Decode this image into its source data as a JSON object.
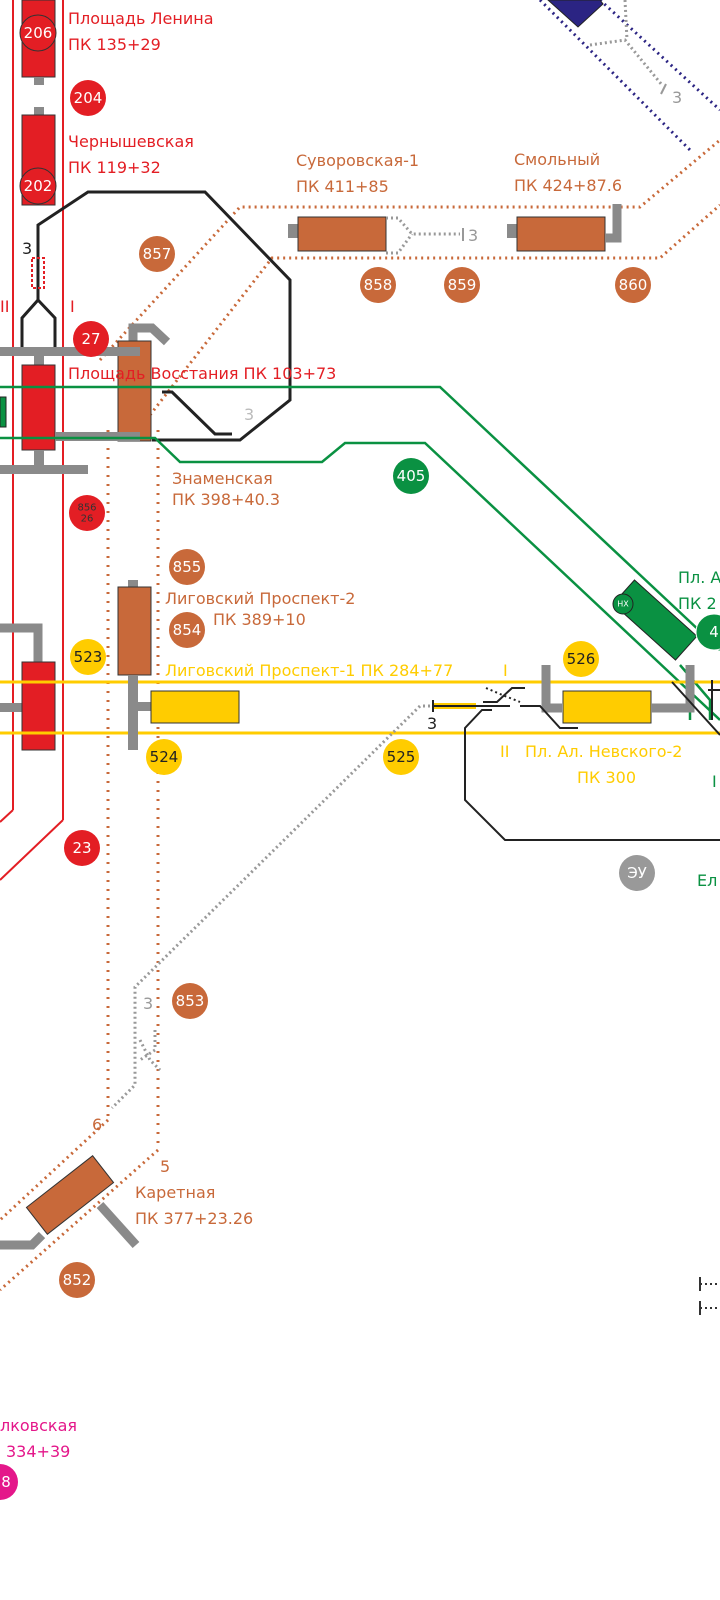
{
  "colors": {
    "line1_red": "#e31e24",
    "line2_blue": "#2b2483",
    "line3_green": "#0a9142",
    "line4_yellow": "#ffcc00",
    "line5_purple": "#e4178a",
    "line6_brown": "#c8693a",
    "depot_gray": "#8a8a8a",
    "service_black": "#222222",
    "service_gray": "#999999"
  },
  "stations": [
    {
      "id": "ploshchad-lenina",
      "name": "Площадь Ленина",
      "pk": "ПК 135+29",
      "line": "red"
    },
    {
      "id": "chernyshevskaya",
      "name": "Чернышевская",
      "pk": "ПК 119+32",
      "line": "red"
    },
    {
      "id": "ploshchad-vosstaniya",
      "name": "Площадь Восстания ПК 103+73",
      "line": "red"
    },
    {
      "id": "suvorovskaya-1",
      "name": "Суворовская-1",
      "pk": "ПК 411+85",
      "line": "brown"
    },
    {
      "id": "smolny",
      "name": "Смольный",
      "pk": "ПК 424+87.6",
      "line": "brown"
    },
    {
      "id": "znamenskaya",
      "name": "Знаменская",
      "pk": "ПК 398+40.3",
      "line": "brown"
    },
    {
      "id": "ligovsky-2",
      "name": "Лиговский Проспект-2",
      "pk": "ПК 389+10",
      "line": "brown"
    },
    {
      "id": "ligovsky-1",
      "name": "Лиговский Проспект-1 ПК 284+77",
      "line": "yellow"
    },
    {
      "id": "pl-al-nevskogo-2",
      "name": "Пл. Ал. Невского-2",
      "pk": "ПК 300",
      "line": "yellow"
    },
    {
      "id": "pl-al-nevskogo-1-partial",
      "name": "Пл. А",
      "pk": "ПК 2",
      "line": "green"
    },
    {
      "id": "karetnaya",
      "name": "Каретная",
      "pk": "ПК 377+23.26",
      "line": "brown"
    },
    {
      "id": "partial-purple",
      "name": "лковская",
      "pk": "334+39",
      "line": "purple"
    },
    {
      "id": "partial-green-bottom",
      "name": "Ел",
      "line": "green"
    }
  ],
  "badges": [
    {
      "id": "b206",
      "text": "206",
      "line": "red"
    },
    {
      "id": "b204",
      "text": "204",
      "line": "red"
    },
    {
      "id": "b202",
      "text": "202",
      "line": "red"
    },
    {
      "id": "b27",
      "text": "27",
      "line": "red"
    },
    {
      "id": "b856",
      "text": "856",
      "sub": "26",
      "line": "red"
    },
    {
      "id": "b23",
      "text": "23",
      "line": "red"
    },
    {
      "id": "b857",
      "text": "857",
      "line": "brown"
    },
    {
      "id": "b858",
      "text": "858",
      "line": "brown"
    },
    {
      "id": "b859",
      "text": "859",
      "line": "brown"
    },
    {
      "id": "b860",
      "text": "860",
      "line": "brown"
    },
    {
      "id": "b855",
      "text": "855",
      "line": "brown"
    },
    {
      "id": "b854",
      "text": "854",
      "line": "brown"
    },
    {
      "id": "b853",
      "text": "853",
      "line": "brown"
    },
    {
      "id": "b852",
      "text": "852",
      "line": "brown"
    },
    {
      "id": "b405",
      "text": "405",
      "line": "green"
    },
    {
      "id": "b4xx",
      "text": "4",
      "line": "green"
    },
    {
      "id": "bnx",
      "text": "НХ",
      "line": "green"
    },
    {
      "id": "b523",
      "text": "523",
      "line": "yellow"
    },
    {
      "id": "b524",
      "text": "524",
      "line": "yellow"
    },
    {
      "id": "b525",
      "text": "525",
      "line": "yellow"
    },
    {
      "id": "b526",
      "text": "526",
      "line": "yellow"
    },
    {
      "id": "b8",
      "text": "8",
      "line": "purple"
    },
    {
      "id": "beu",
      "text": "ЭУ",
      "line": "gray"
    }
  ],
  "track_marks": {
    "three": "3",
    "five": "5",
    "six": "6",
    "track_one": "I",
    "track_two": "II"
  }
}
